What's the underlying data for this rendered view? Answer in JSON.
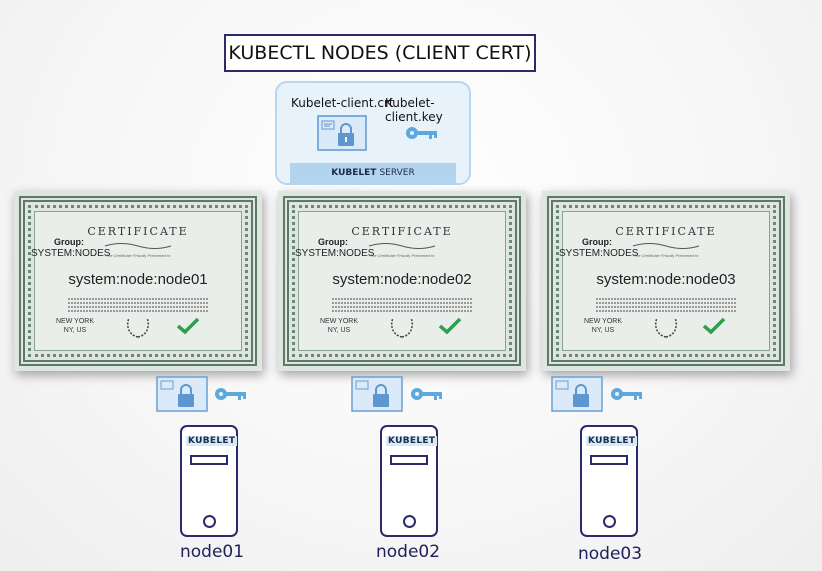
{
  "title": "KUBECTL NODES (CLIENT CERT)",
  "server": {
    "crt_label": "Kubelet-client.crt",
    "key_label": "Kubelet-client.key",
    "bar_bold": "KUBELET",
    "bar_text": "SERVER"
  },
  "certificates": [
    {
      "heading": "CERTIFICATE",
      "group_label": "Group:",
      "group_value": "SYSTEM:NODES",
      "subtitle": "The Certificate Proudly Presented to",
      "name": "system:node:node01",
      "location_line1": "NEW YORK",
      "location_line2": "NY, US"
    },
    {
      "heading": "CERTIFICATE",
      "group_label": "Group:",
      "group_value": "SYSTEM:NODES",
      "subtitle": "The Certificate Proudly Presented to",
      "name": "system:node:node02",
      "location_line1": "NEW YORK",
      "location_line2": "NY, US"
    },
    {
      "heading": "CERTIFICATE",
      "group_label": "Group:",
      "group_value": "SYSTEM:NODES",
      "subtitle": "The Certificate Proudly Presented to",
      "name": "system:node:node03",
      "location_line1": "NEW YORK",
      "location_line2": "NY, US"
    }
  ],
  "nodes": [
    {
      "kubelet_label": "KUBELET",
      "name": "node01"
    },
    {
      "kubelet_label": "KUBELET",
      "name": "node02"
    },
    {
      "kubelet_label": "KUBELET",
      "name": "node03"
    }
  ],
  "icons": {
    "certificate": "certificate-lock-icon",
    "key": "key-icon",
    "seal": "laurel-seal-icon",
    "check": "check-icon"
  },
  "colors": {
    "navy": "#2b2a6b",
    "light_blue": "#b3d4ef",
    "key_blue": "#5fa8de",
    "check_green": "#2e9e4f",
    "cert_border": "#5d7a67"
  }
}
